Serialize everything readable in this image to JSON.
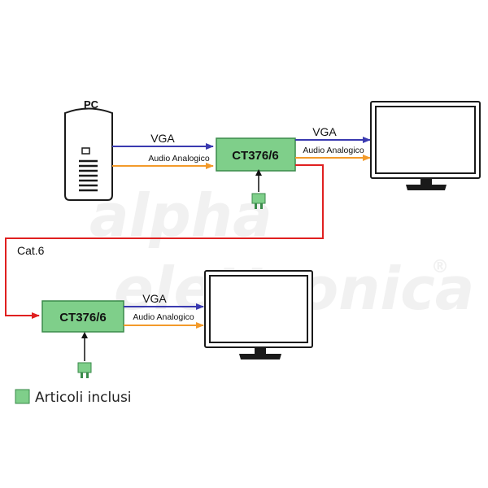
{
  "watermark": {
    "line1": "alpha",
    "line2": "elettronica",
    "registered": "®"
  },
  "pc": {
    "label": "PC"
  },
  "links": {
    "video_label": "VGA",
    "audio_label": "Audio Analogico",
    "cable_label": "Cat.6"
  },
  "devices": {
    "transmitter_label": "CT376/6",
    "receiver_label": "CT376/6"
  },
  "legend": {
    "label": "Articoli inclusi"
  },
  "colors": {
    "video_line": "#3a3ab0",
    "audio_line": "#f39a2a",
    "cable_line": "#e02020",
    "included_box": "#7fcf8a",
    "included_border": "#3a8a4a"
  }
}
